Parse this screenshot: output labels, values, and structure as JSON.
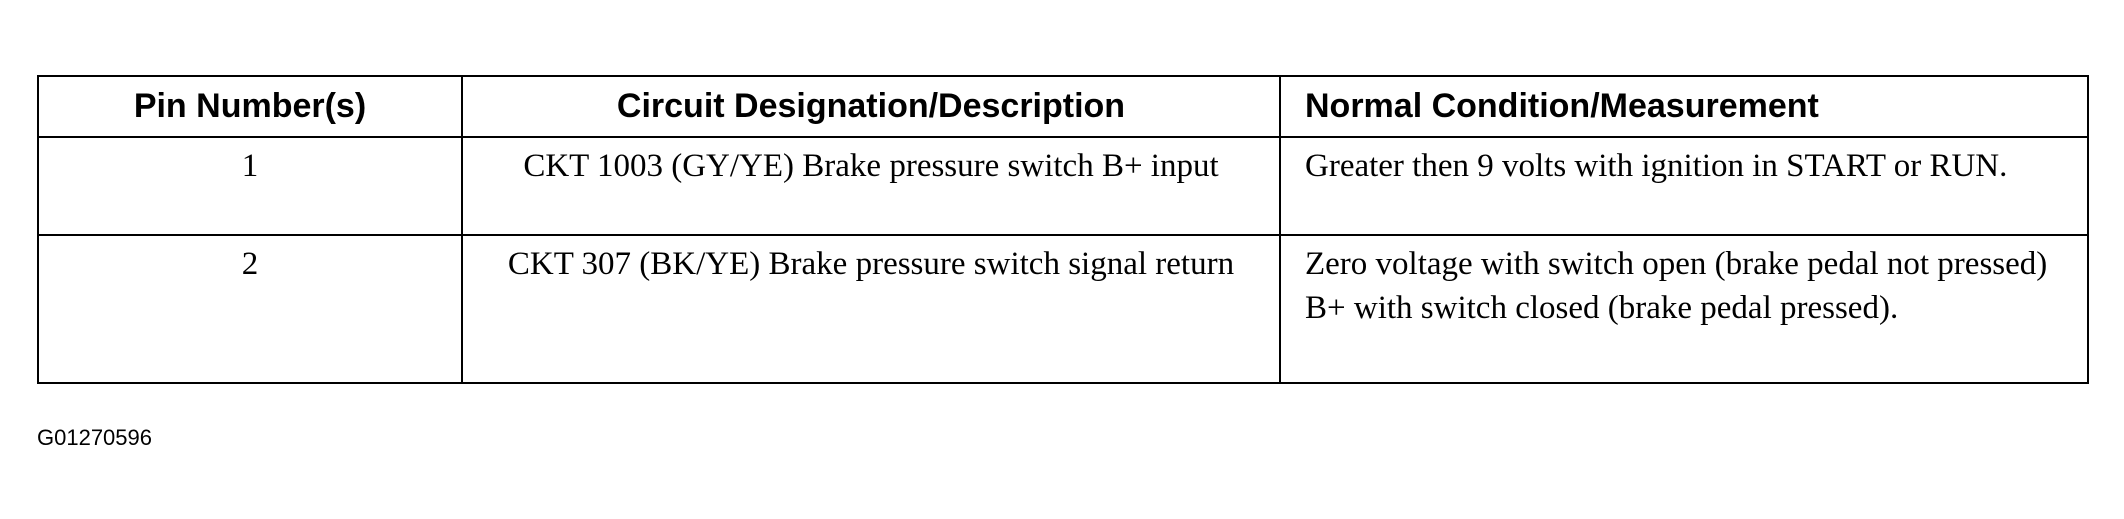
{
  "table": {
    "headers": [
      "Pin Number(s)",
      "Circuit Designation/Description",
      "Normal Condition/Measurement"
    ],
    "rows": [
      {
        "pin": "1",
        "circuit": "CKT 1003 (GY/YE) Brake pressure switch B+ input",
        "measurement": "Greater then 9 volts with ignition in START or RUN."
      },
      {
        "pin": "2",
        "circuit": "CKT 307 (BK/YE) Brake pressure switch signal return",
        "measurement": "Zero voltage with switch open (brake pedal not pressed) B+ with switch closed (brake pedal pressed)."
      }
    ]
  },
  "figure_id": "G01270596"
}
